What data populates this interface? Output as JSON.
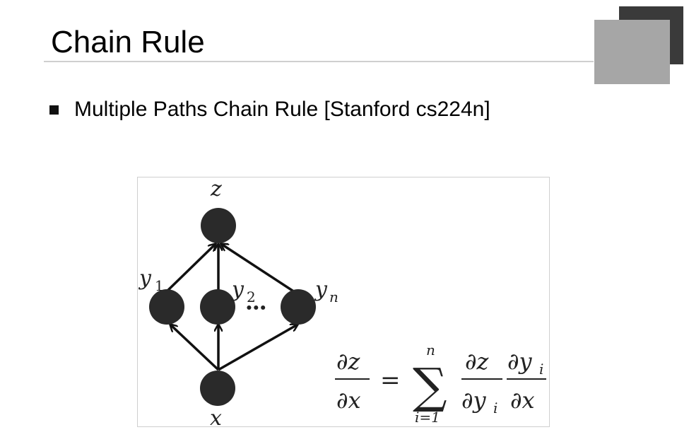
{
  "slide": {
    "title": "Chain Rule",
    "bullet": "Multiple Paths Chain Rule [Stanford cs224n]"
  },
  "diagram": {
    "nodes": {
      "z": "z",
      "y1": "y",
      "y1_sub": "1",
      "y2": "y",
      "y2_sub": "2",
      "yn": "y",
      "yn_sub": "n",
      "x": "x",
      "dots": "•••"
    },
    "formula": {
      "lhs_num": "∂z",
      "lhs_den": "∂x",
      "equals": "=",
      "sum_top": "n",
      "sum_symbol": "∑",
      "sum_bottom": "i=1",
      "f1_num": "∂z",
      "f1_den": "∂y",
      "f1_den_sub": "i",
      "f2_num": "∂y",
      "f2_num_sub": "i",
      "f2_den": "∂x"
    }
  },
  "colors": {
    "node_fill": "#2a2a2a",
    "edge": "#111111",
    "deco_dark": "#3a3a3a",
    "deco_light": "#a6a6a6"
  }
}
